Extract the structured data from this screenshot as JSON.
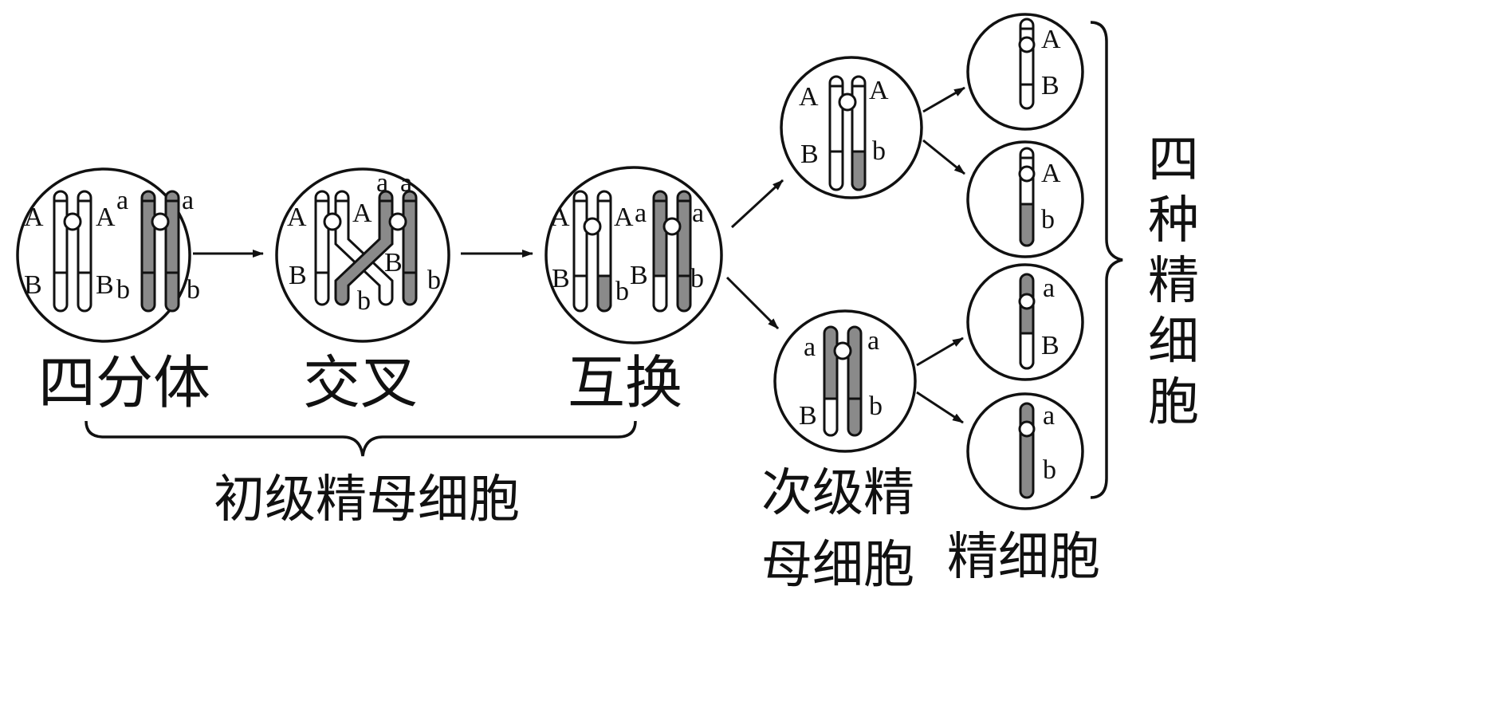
{
  "stages": {
    "tetrad": "四分体",
    "crossing": "交叉",
    "exchange": "互换"
  },
  "groups": {
    "primary": "初级精母细胞",
    "secondary_line1": "次级精",
    "secondary_line2": "母细胞",
    "sperm": "精细胞",
    "four_sperm": [
      "四",
      "种",
      "精",
      "细",
      "胞"
    ]
  },
  "genes": {
    "A": "A",
    "a": "a",
    "B": "B",
    "b": "b"
  },
  "colors": {
    "homolog_dark": "#8a8a8a",
    "homolog_light": "#ffffff",
    "outline": "#111111"
  }
}
